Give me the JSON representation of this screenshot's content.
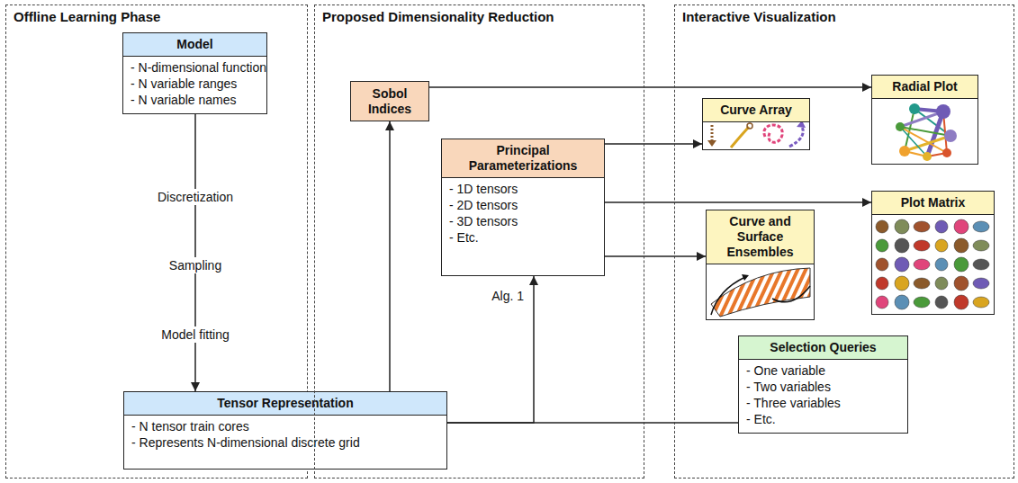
{
  "diagram": {
    "nodes": [
      {
        "text": [
          "Offline Learning Phase"
        ]
      },
      {
        "text": [
          "Model",
          "- N-dimensional function",
          "- N variable ranges",
          "- N variable names"
        ],
        "in": 0
      },
      {
        "text": [
          "Tensor Representation",
          "- N tensor train cores",
          "- Represents N-dimensional discrete grid"
        ]
      },
      {
        "text": [
          "Proposed Dimensionality Reduction"
        ]
      },
      {
        "text": [
          "Sobol Indices"
        ],
        "in": 3
      },
      {
        "text": [
          "Principal Parameterizations",
          "- 1D tensors",
          "- 2D tensors",
          "- 3D tensors",
          "- Etc."
        ],
        "in": 3
      },
      {
        "text": [
          "Interactive Visualization"
        ]
      },
      {
        "text": [
          "Radial Plot"
        ],
        "in": 6
      },
      {
        "text": [
          "Curve Array"
        ],
        "in": 6
      },
      {
        "text": [
          "Plot Matrix"
        ],
        "in": 6
      },
      {
        "text": [
          "Curve and Surface Ensembles"
        ],
        "in": 6
      },
      {
        "text": [
          "Selection Queries",
          "- One variable",
          "- Two variables",
          "- Three variables",
          "- Etc."
        ],
        "in": 6
      }
    ],
    "edges": [
      {
        "from": 1,
        "to": 2,
        "arrow": "to"
      },
      {
        "from": 2,
        "to": 4,
        "arrow": "to"
      },
      {
        "from": 2,
        "to": 5,
        "label": "Alg. 1",
        "arrow": "to"
      },
      {
        "from": 2,
        "to": 11,
        "arrow": "none"
      },
      {
        "from": 4,
        "to": 7,
        "arrow": "to"
      },
      {
        "from": 5,
        "to": 8,
        "arrow": "to"
      },
      {
        "from": 5,
        "to": 9,
        "arrow": "to"
      },
      {
        "from": 5,
        "to": 10,
        "arrow": "to"
      }
    ],
    "labels": [
      "Discretization",
      "Sampling",
      "Model fitting"
    ]
  }
}
